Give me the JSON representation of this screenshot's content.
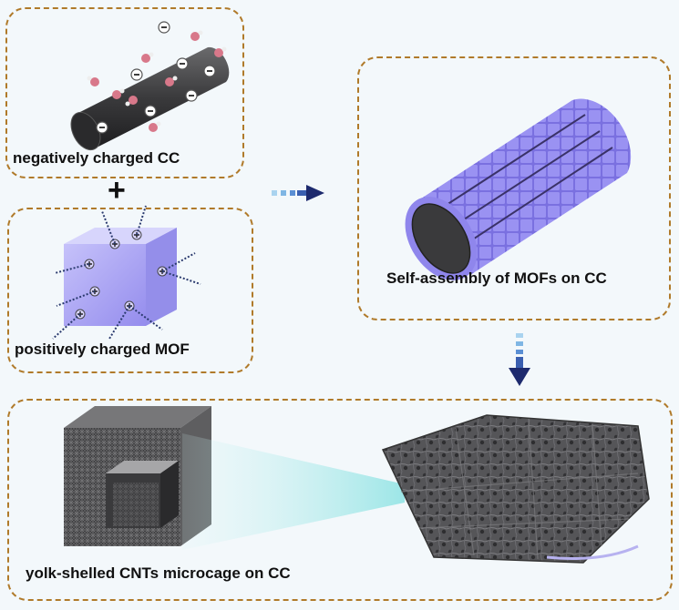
{
  "captions": {
    "neg": "negatively charged CC",
    "pos": "positively charged MOF",
    "mof": "Self-assembly of MOFs on CC",
    "yolk": "yolk-shelled CNTs microcage on CC"
  },
  "plus_sign": "+",
  "colors": {
    "dashed_border": "#b07a2a",
    "mof_purple": "#8f86ec",
    "carbon_dark": "#3a3a3c",
    "arrow_navy": "#1d2a6e"
  },
  "icons": {
    "charge_minus": "minus-in-circle",
    "charge_plus": "plus-in-circle"
  }
}
